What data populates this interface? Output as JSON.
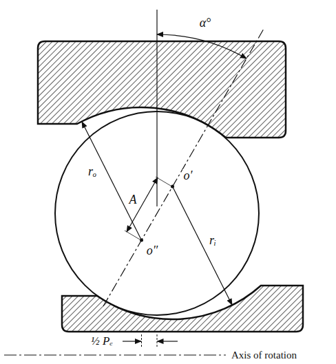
{
  "diagram": {
    "labels": [
      "α°",
      "rₒ",
      "A",
      "o′",
      "o″",
      "rᵢ",
      "½ Pₑ",
      "Axis of rotation"
    ]
  }
}
